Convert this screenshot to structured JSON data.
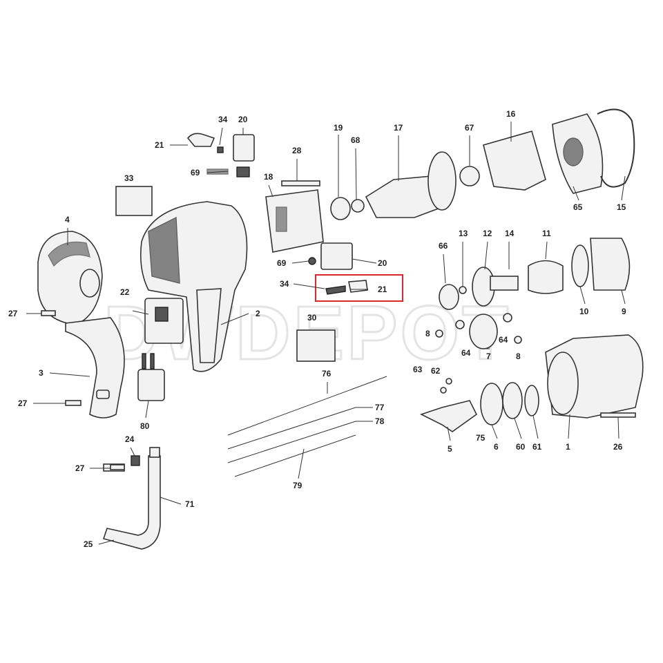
{
  "diagram": {
    "title": "Exploded parts diagram - impact wrench",
    "watermark": "DWDEPOT",
    "highlight_color": "#e0262a",
    "highlighted_label": "21"
  },
  "labels": [
    "21",
    "34",
    "20",
    "28",
    "69",
    "18",
    "19",
    "68",
    "17",
    "67",
    "16",
    "33",
    "4",
    "65",
    "15",
    "66",
    "13",
    "12",
    "14",
    "11",
    "69",
    "20",
    "34",
    "21",
    "22",
    "27",
    "2",
    "30",
    "10",
    "9",
    "8",
    "64",
    "7",
    "64",
    "8",
    "3",
    "63",
    "62",
    "76",
    "27",
    "77",
    "78",
    "80",
    "5",
    "75",
    "6",
    "60",
    "61",
    "1",
    "26",
    "24",
    "27",
    "71",
    "79",
    "25"
  ]
}
